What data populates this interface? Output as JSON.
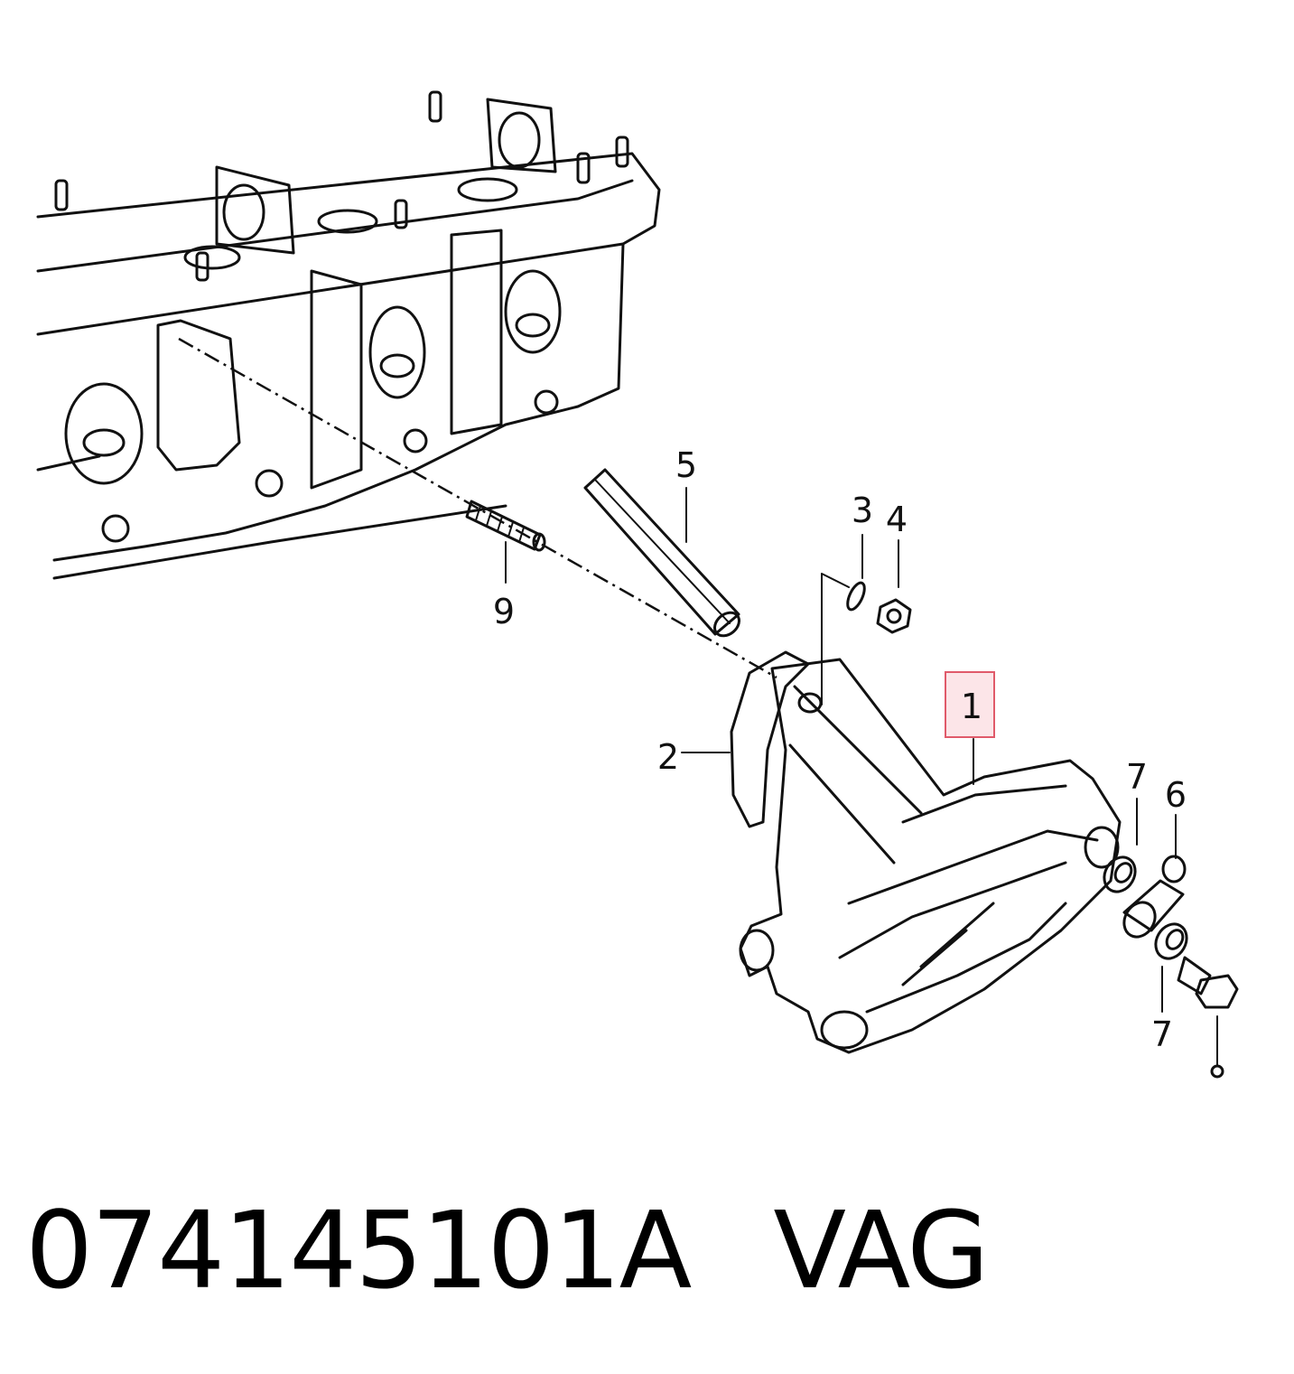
{
  "callouts": [
    {
      "id": "1",
      "label": "1"
    },
    {
      "id": "2",
      "label": "2"
    },
    {
      "id": "3",
      "label": "3"
    },
    {
      "id": "4",
      "label": "4"
    },
    {
      "id": "5",
      "label": "5"
    },
    {
      "id": "6",
      "label": "6"
    },
    {
      "id": "7a",
      "label": "7"
    },
    {
      "id": "7b",
      "label": "7"
    },
    {
      "id": "9",
      "label": "9"
    }
  ],
  "highlighted_callout": "1",
  "colors": {
    "line": "#111111",
    "highlight_border": "#e05a6a",
    "highlight_fill": "#f06e82"
  },
  "caption": {
    "part_number": "074145101A",
    "brand": "VAG"
  }
}
